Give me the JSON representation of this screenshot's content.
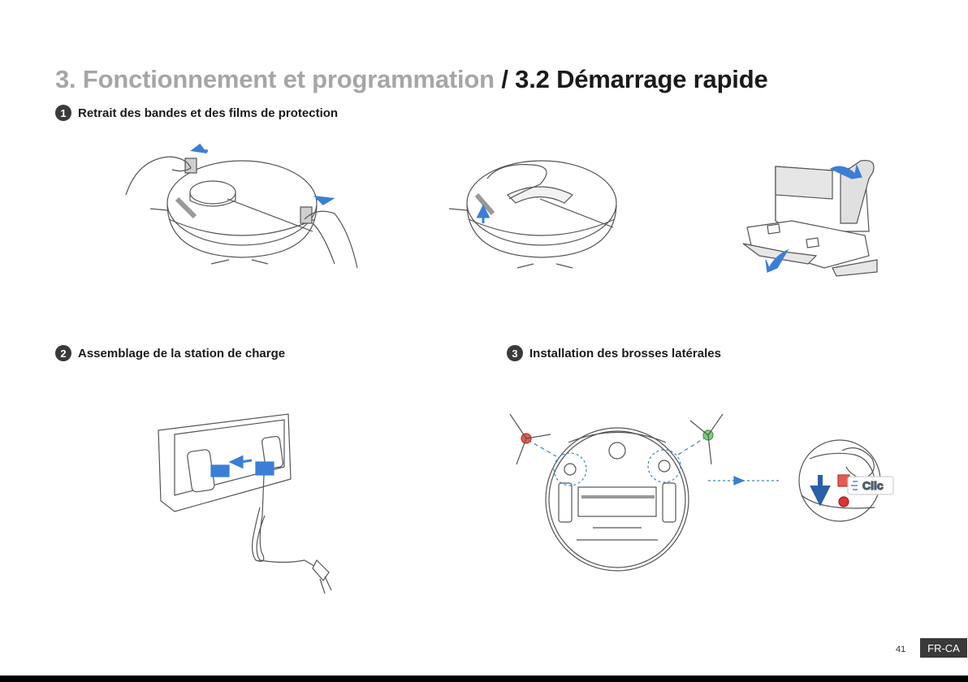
{
  "header": {
    "section_title": "3. Fonctionnement et programmation",
    "subsection_title": "/ 3.2 Démarrage rapide"
  },
  "steps": [
    {
      "number": "1",
      "label": "Retrait des bandes et des films de protection"
    },
    {
      "number": "2",
      "label": "Assemblage de la station de charge"
    },
    {
      "number": "3",
      "label": "Installation des brosses latérales"
    }
  ],
  "illustration": {
    "click_label": "Clic"
  },
  "colors": {
    "accent_blue": "#3a7fd5",
    "line": "#555555",
    "tape_grey": "#cfcfcf"
  },
  "footer": {
    "page_number": "41",
    "language": "FR-CA"
  }
}
